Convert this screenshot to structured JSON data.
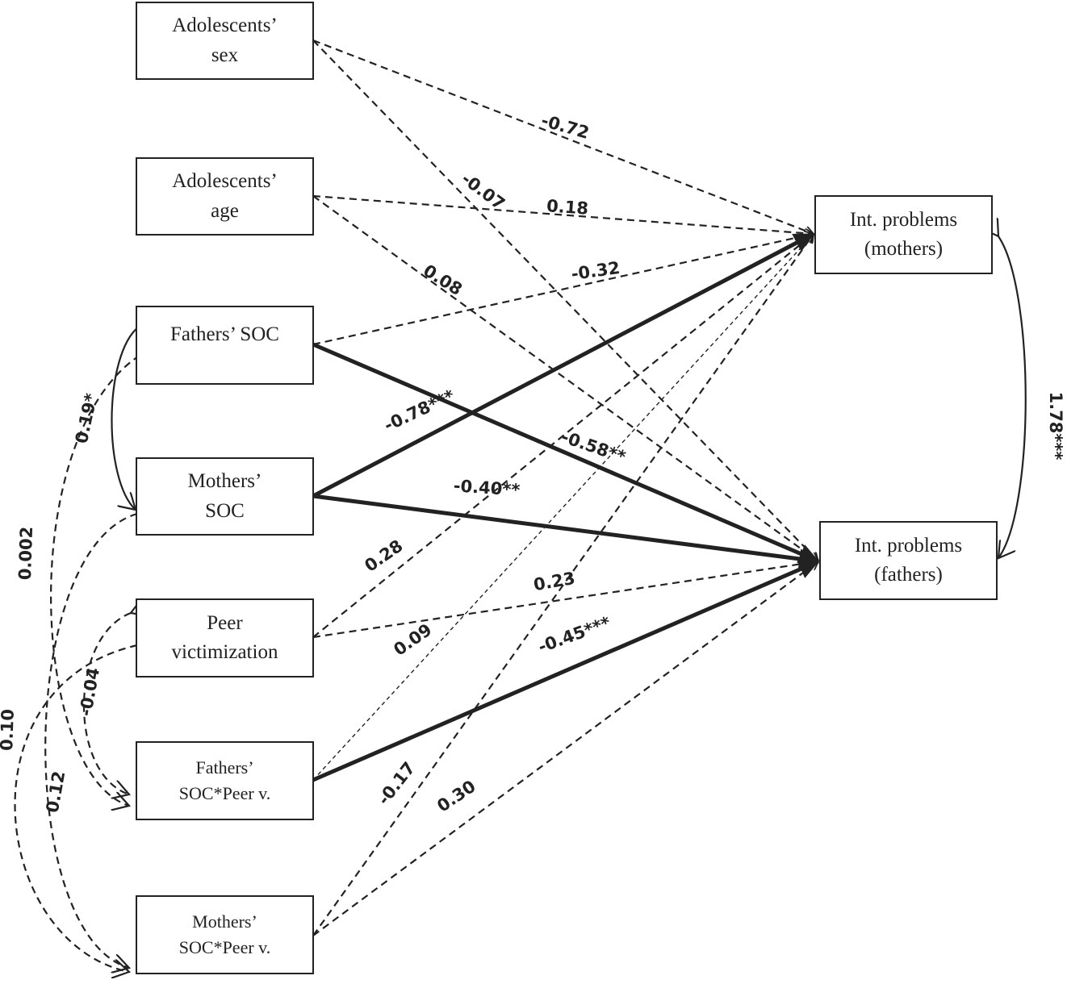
{
  "nodes": {
    "sex": [
      "Adolescents’",
      "sex"
    ],
    "age": [
      "Adolescents’",
      "age"
    ],
    "fsoc": [
      "Fathers’ SOC"
    ],
    "msoc": [
      "Mothers’",
      "SOC"
    ],
    "peer": [
      "Peer",
      "victimization"
    ],
    "fsocpv": [
      "Fathers’",
      "SOC*Peer v."
    ],
    "msocpv": [
      "Mothers’",
      "SOC*Peer v."
    ],
    "intm": [
      "Int. problems",
      "(mothers)"
    ],
    "intf": [
      "Int. problems",
      "(fathers)"
    ]
  },
  "paths": [
    {
      "from": "sex",
      "to": "intm",
      "coef": "-0.72",
      "style": "dashed",
      "significant": false
    },
    {
      "from": "sex",
      "to": "intf",
      "coef": "-0.07",
      "style": "dashed",
      "significant": false
    },
    {
      "from": "age",
      "to": "intm",
      "coef": "0.18",
      "style": "dashed",
      "significant": false
    },
    {
      "from": "age",
      "to": "intf",
      "coef": "0.08",
      "style": "dashed",
      "significant": false
    },
    {
      "from": "fsoc",
      "to": "intm",
      "coef": "-0.32",
      "style": "dashed",
      "significant": false
    },
    {
      "from": "fsoc",
      "to": "intf",
      "coef": "-0.58**",
      "style": "solid",
      "significant": true
    },
    {
      "from": "msoc",
      "to": "intm",
      "coef": "-0.78***",
      "style": "solid",
      "significant": true
    },
    {
      "from": "msoc",
      "to": "intf",
      "coef": "-0.40**",
      "style": "solid",
      "significant": true
    },
    {
      "from": "peer",
      "to": "intm",
      "coef": "0.28",
      "style": "dashed",
      "significant": false
    },
    {
      "from": "peer",
      "to": "intf",
      "coef": "0.23",
      "style": "dashed",
      "significant": false
    },
    {
      "from": "fsocpv",
      "to": "intm",
      "coef": "0.09",
      "style": "dashed",
      "significant": false
    },
    {
      "from": "fsocpv",
      "to": "intf",
      "coef": "-0.45***",
      "style": "solid",
      "significant": true
    },
    {
      "from": "msocpv",
      "to": "intm",
      "coef": "-0.17",
      "style": "dashed",
      "significant": false
    },
    {
      "from": "msocpv",
      "to": "intf",
      "coef": "0.30",
      "style": "dashed",
      "significant": false
    }
  ],
  "covariances": [
    {
      "between": [
        "fsoc",
        "msoc"
      ],
      "coef": "0.19*",
      "style": "solid"
    },
    {
      "between": [
        "fsoc",
        "fsocpv"
      ],
      "coef": "0.002",
      "style": "dashed"
    },
    {
      "between": [
        "peer",
        "fsocpv"
      ],
      "coef": "-0.04",
      "style": "dashed"
    },
    {
      "between": [
        "peer",
        "msocpv"
      ],
      "coef": "0.10",
      "style": "dashed"
    },
    {
      "between": [
        "msoc",
        "msocpv"
      ],
      "coef": "0.12",
      "style": "dashed"
    },
    {
      "between": [
        "intm",
        "intf"
      ],
      "coef": "1.78***",
      "style": "solid"
    }
  ]
}
